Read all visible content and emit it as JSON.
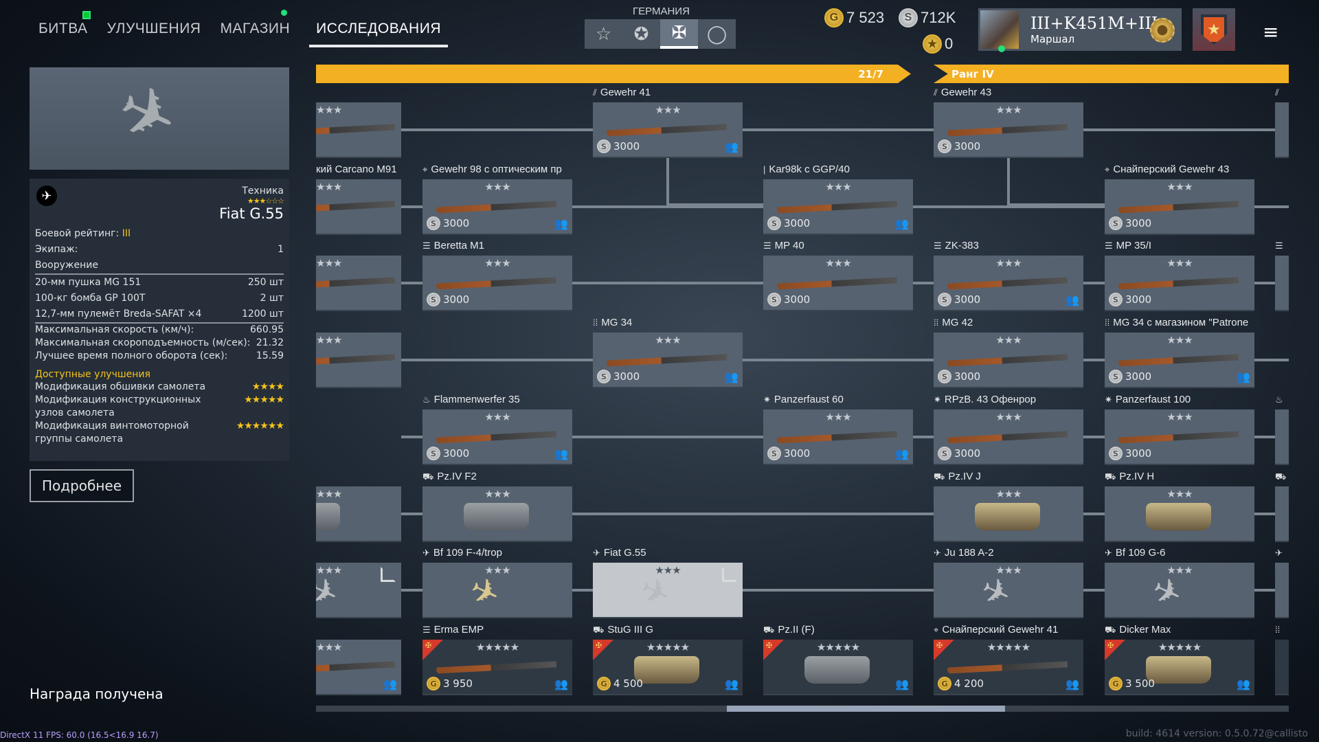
{
  "nav": {
    "tabs": [
      "БИТВА",
      "УЛУЧШЕНИЯ",
      "МАГАЗИН",
      "ИССЛЕДОВАНИЯ"
    ],
    "active": "ИССЛЕДОВАНИЯ"
  },
  "faction": {
    "label": "ГЕРМАНИЯ",
    "buttons": [
      "☆",
      "✪",
      "✠",
      "◯"
    ],
    "selected": 2
  },
  "currency": {
    "gold": "7 523",
    "silver": "712K",
    "stars": "0"
  },
  "profile": {
    "name": "III+K451M+III",
    "rank": "Маршал"
  },
  "rankbar": {
    "progress": "21/7",
    "next_rank": "Ранг IV",
    "color": "#f3b022"
  },
  "vehicle": {
    "category": "Техника",
    "stars": "★★★☆☆☆",
    "name": "Fiat G.55",
    "rating_label": "Боевой рейтинг:",
    "rating": "III",
    "crew_label": "Экипаж:",
    "crew": "1",
    "armament_label": "Вооружение",
    "armament": [
      {
        "name": "20-мм пушка MG 151",
        "qty": "250 шт"
      },
      {
        "name": "100-кг бомба GP 100T",
        "qty": "2 шт"
      },
      {
        "name": "12,7-мм пулемёт Breda-SAFAT ×4",
        "qty": "1200 шт"
      }
    ],
    "stats": [
      {
        "name": "Максимальная скорость (км/ч):",
        "value": "660.95"
      },
      {
        "name": "Максимальная скороподъемность (м/сек):",
        "value": "21.32"
      },
      {
        "name": "Лучшее время полного оборота (сек):",
        "value": "15.59"
      }
    ],
    "upgrades_label": "Доступные улучшения",
    "upgrades": [
      {
        "name": "Модификация обшивки самолета",
        "stars": "★★★★"
      },
      {
        "name": "Модификация конструкционных узлов самолета",
        "stars": "★★★★★"
      },
      {
        "name": "Модификация винтомоторной группы самолета",
        "stars": "★★★★★★"
      }
    ]
  },
  "details_button": "Подробнее",
  "reward_text": "Награда получена",
  "debug": "DirectX 11 FPS: 60.0 (16.5<16.9 16.7)",
  "build": "build: 4614 version: 0.5.0.72@callisto",
  "tree": {
    "rows": [
      {
        "items": [
          {
            "col": 0,
            "stars": "★★★",
            "kind": "gun"
          },
          {
            "col": 2,
            "name": "Gewehr 41",
            "icon": "⫽",
            "stars": "★★★",
            "price": "3000",
            "cur": "S",
            "crew": true,
            "kind": "gun"
          },
          {
            "col": 4,
            "name": "Gewehr 43",
            "icon": "⫽",
            "stars": "★★★",
            "price": "3000",
            "cur": "S",
            "kind": "gun"
          },
          {
            "col": 6,
            "icon": "⫽"
          }
        ]
      },
      {
        "items": [
          {
            "col": 0,
            "name": "кий Carcano M91",
            "stars": "★★★",
            "kind": "gun"
          },
          {
            "col": 1,
            "name": "Gewehr 98 с оптическим пр",
            "icon": "⌖",
            "stars": "★★★",
            "price": "3000",
            "cur": "S",
            "crew": true,
            "kind": "gun"
          },
          {
            "col": 3,
            "name": "Kar98k с GGP/40",
            "icon": "|",
            "stars": "★★★",
            "price": "3000",
            "cur": "S",
            "crew": true,
            "kind": "gun"
          },
          {
            "col": 5,
            "name": "Снайперский Gewehr 43",
            "icon": "⌖",
            "stars": "★★★",
            "price": "3000",
            "cur": "S",
            "kind": "gun"
          }
        ]
      },
      {
        "items": [
          {
            "col": 0,
            "stars": "★★★",
            "kind": "gun"
          },
          {
            "col": 1,
            "name": "Beretta M1",
            "icon": "☰",
            "stars": "★★★",
            "price": "3000",
            "cur": "S",
            "kind": "gun"
          },
          {
            "col": 3,
            "name": "MP 40",
            "icon": "☰",
            "stars": "★★★",
            "price": "3000",
            "cur": "S",
            "kind": "gun"
          },
          {
            "col": 4,
            "name": "ZK-383",
            "icon": "☰",
            "stars": "★★★",
            "price": "3000",
            "cur": "S",
            "crew": true,
            "kind": "gun"
          },
          {
            "col": 5,
            "name": "MP 35/I",
            "icon": "☰",
            "stars": "★★★",
            "price": "3000",
            "cur": "S",
            "kind": "gun"
          },
          {
            "col": 6,
            "icon": "☰"
          }
        ]
      },
      {
        "items": [
          {
            "col": 0,
            "stars": "★★★",
            "kind": "gun"
          },
          {
            "col": 2,
            "name": "MG 34",
            "icon": "⁞⁞",
            "stars": "★★★",
            "price": "3000",
            "cur": "S",
            "crew": true,
            "kind": "gun"
          },
          {
            "col": 4,
            "name": "MG 42",
            "icon": "⁞⁞",
            "stars": "★★★",
            "price": "3000",
            "cur": "S",
            "kind": "gun"
          },
          {
            "col": 5,
            "name": "MG 34 с магазином \"Patrone",
            "icon": "⁞⁞",
            "stars": "★★★",
            "price": "3000",
            "cur": "S",
            "crew": true,
            "kind": "gun"
          }
        ]
      },
      {
        "items": [
          {
            "col": 1,
            "name": "Flammenwerfer 35",
            "icon": "♨",
            "stars": "★★★",
            "price": "3000",
            "cur": "S",
            "crew": true,
            "kind": "gun"
          },
          {
            "col": 3,
            "name": "Panzerfaust 60",
            "icon": "✷",
            "stars": "★★★",
            "price": "3000",
            "cur": "S",
            "crew": true,
            "kind": "gun"
          },
          {
            "col": 4,
            "name": "RPzB. 43 Офенрор",
            "icon": "✷",
            "stars": "★★★",
            "price": "3000",
            "cur": "S",
            "kind": "gun"
          },
          {
            "col": 5,
            "name": "Panzerfaust 100",
            "icon": "✷",
            "stars": "★★★",
            "price": "3000",
            "cur": "S",
            "kind": "gun"
          },
          {
            "col": 6,
            "icon": "♨"
          }
        ]
      },
      {
        "items": [
          {
            "col": 0,
            "stars": "★★★",
            "kind": "tank"
          },
          {
            "col": 1,
            "name": "Pz.IV F2",
            "icon": "⛟",
            "stars": "★★★",
            "kind": "tank"
          },
          {
            "col": 4,
            "name": "Pz.IV J",
            "icon": "⛟",
            "stars": "★★★",
            "kind": "tank tan"
          },
          {
            "col": 5,
            "name": "Pz.IV H",
            "icon": "⛟",
            "stars": "★★★",
            "kind": "tank tan"
          },
          {
            "col": 6,
            "icon": "⛟"
          }
        ]
      },
      {
        "items": [
          {
            "col": 0,
            "stars": "★★★",
            "kind": "plane",
            "tri": true
          },
          {
            "col": 1,
            "name": "Bf 109 F-4/trop",
            "icon": "✈",
            "stars": "★★★",
            "kind": "plane tan"
          },
          {
            "col": 2,
            "name": "Fiat G.55",
            "icon": "✈",
            "stars": "★★★",
            "kind": "plane",
            "tri": true,
            "selected": true
          },
          {
            "col": 4,
            "name": "Ju 188 A-2",
            "icon": "✈",
            "stars": "★★★",
            "kind": "plane"
          },
          {
            "col": 5,
            "name": "Bf 109 G-6",
            "icon": "✈",
            "stars": "★★★",
            "kind": "plane"
          },
          {
            "col": 6,
            "icon": "✈"
          }
        ]
      },
      {
        "items": [
          {
            "col": 0,
            "stars": "★★★",
            "kind": "gun",
            "crew": true
          },
          {
            "col": 1,
            "name": "Erma EMP",
            "icon": "☰",
            "stars": "★★★★★",
            "price": "3 950",
            "cur": "G",
            "crew": true,
            "kind": "gun",
            "premium": true
          },
          {
            "col": 2,
            "name": "StuG III G",
            "icon": "⛟",
            "stars": "★★★★★",
            "price": "4 500",
            "cur": "G",
            "crew": true,
            "kind": "tank tan",
            "premium": true
          },
          {
            "col": 3,
            "name": "Pz.II (F)",
            "icon": "⛟",
            "stars": "★★★★★",
            "crew": true,
            "kind": "tank",
            "premium": true
          },
          {
            "col": 4,
            "name": "Снайперский Gewehr 41",
            "icon": "⌖",
            "stars": "★★★★★",
            "price": "4 200",
            "cur": "G",
            "crew": true,
            "kind": "gun",
            "premium": true
          },
          {
            "col": 5,
            "name": "Dicker Max",
            "icon": "⛟",
            "stars": "★★★★★",
            "price": "3 500",
            "cur": "G",
            "crew": true,
            "kind": "tank tan",
            "premium": true
          },
          {
            "col": 6,
            "icon": "⁞⁞",
            "premium": true
          }
        ]
      }
    ]
  }
}
